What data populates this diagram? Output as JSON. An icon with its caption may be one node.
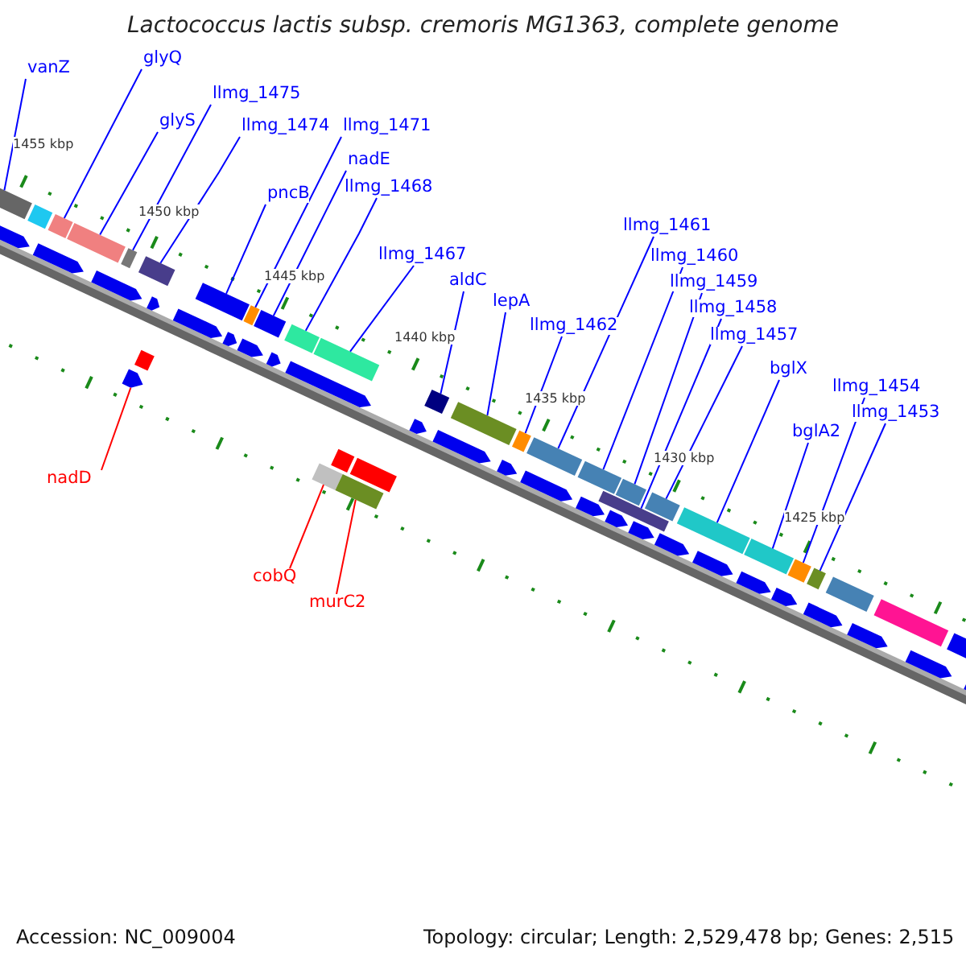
{
  "diagram": {
    "title": "Lactococcus lactis subsp. cremoris MG1363, complete genome",
    "nodes": [
      {
        "text": [
          "vanZ"
        ]
      },
      {
        "text": [
          "glyQ"
        ]
      },
      {
        "text": [
          "llmg_1475"
        ]
      },
      {
        "text": [
          "glyS"
        ]
      },
      {
        "text": [
          "llmg_1474"
        ]
      },
      {
        "text": [
          "pncB"
        ]
      },
      {
        "text": [
          "llmg_1471"
        ]
      },
      {
        "text": [
          "nadE"
        ]
      },
      {
        "text": [
          "llmg_1468"
        ]
      },
      {
        "text": [
          "llmg_1467"
        ]
      },
      {
        "text": [
          "aldC"
        ]
      },
      {
        "text": [
          "lepA"
        ]
      },
      {
        "text": [
          "llmg_1462"
        ]
      },
      {
        "text": [
          "llmg_1461"
        ]
      },
      {
        "text": [
          "llmg_1460"
        ]
      },
      {
        "text": [
          "llmg_1459"
        ]
      },
      {
        "text": [
          "llmg_1458"
        ]
      },
      {
        "text": [
          "llmg_1457"
        ]
      },
      {
        "text": [
          "bglX"
        ]
      },
      {
        "text": [
          "bglA2"
        ]
      },
      {
        "text": [
          "llmg_1454"
        ]
      },
      {
        "text": [
          "llmg_1453"
        ]
      },
      {
        "text": [
          "nadD"
        ]
      },
      {
        "text": [
          "cobQ"
        ]
      },
      {
        "text": [
          "murC2"
        ]
      },
      {
        "text": [],
        "shape": "bar"
      },
      {
        "text": [],
        "shape": "bar"
      },
      {
        "text": [],
        "shape": "bar"
      },
      {
        "text": [],
        "shape": "bar"
      },
      {
        "text": [],
        "shape": "bar"
      },
      {
        "text": [],
        "shape": "bar"
      },
      {
        "text": [],
        "shape": "bar"
      },
      {
        "text": [],
        "shape": "bar"
      },
      {
        "text": [],
        "shape": "bar"
      },
      {
        "text": [],
        "shape": "bar"
      },
      {
        "text": [],
        "shape": "bar"
      },
      {
        "text": [],
        "shape": "bar"
      },
      {
        "text": [],
        "shape": "bar"
      },
      {
        "text": [],
        "shape": "bar"
      },
      {
        "text": [],
        "shape": "bar"
      },
      {
        "text": [],
        "shape": "bar"
      },
      {
        "text": [],
        "shape": "bar"
      },
      {
        "text": [],
        "shape": "bar"
      },
      {
        "text": [],
        "shape": "bar"
      },
      {
        "text": [],
        "shape": "bar"
      },
      {
        "text": [],
        "shape": "bar"
      },
      {
        "text": [],
        "shape": "bar"
      },
      {
        "text": [],
        "shape": "bar"
      },
      {
        "text": [],
        "shape": "bar"
      },
      {
        "text": [],
        "shape": "bar"
      },
      {
        "text": [],
        "shape": "bar"
      }
    ],
    "edges": [
      {
        "from": 0,
        "to": 25,
        "arrow": "none"
      },
      {
        "from": 1,
        "to": 26,
        "arrow": "none"
      },
      {
        "from": 2,
        "to": 28,
        "arrow": "none"
      },
      {
        "from": 3,
        "to": 27,
        "arrow": "none"
      },
      {
        "from": 4,
        "to": 29,
        "arrow": "none"
      },
      {
        "from": 5,
        "to": 30,
        "arrow": "none"
      },
      {
        "from": 6,
        "to": 31,
        "arrow": "none"
      },
      {
        "from": 7,
        "to": 32,
        "arrow": "none"
      },
      {
        "from": 8,
        "to": 33,
        "arrow": "none"
      },
      {
        "from": 9,
        "to": 34,
        "arrow": "none"
      },
      {
        "from": 10,
        "to": 35,
        "arrow": "none"
      },
      {
        "from": 11,
        "to": 36,
        "arrow": "none"
      },
      {
        "from": 12,
        "to": 37,
        "arrow": "none"
      },
      {
        "from": 13,
        "to": 38,
        "arrow": "none"
      },
      {
        "from": 14,
        "to": 39,
        "arrow": "none"
      },
      {
        "from": 15,
        "to": 40,
        "arrow": "none"
      },
      {
        "from": 16,
        "to": 41,
        "arrow": "none"
      },
      {
        "from": 17,
        "to": 42,
        "arrow": "none"
      },
      {
        "from": 18,
        "to": 43,
        "arrow": "none"
      },
      {
        "from": 19,
        "to": 44,
        "arrow": "none"
      },
      {
        "from": 20,
        "to": 45,
        "arrow": "none"
      },
      {
        "from": 21,
        "to": 46,
        "arrow": "none"
      },
      {
        "from": 22,
        "to": 47,
        "arrow": "none",
        "color": "#ff0000"
      },
      {
        "from": 23,
        "to": 48,
        "arrow": "none",
        "color": "#ff0000"
      },
      {
        "from": 24,
        "to": 49,
        "arrow": "none",
        "color": "#ff0000"
      }
    ],
    "labels": [
      "1455 kbp",
      "1450 kbp",
      "1445 kbp",
      "1440 kbp",
      "1435 kbp",
      "1430 kbp",
      "1425 kbp",
      "Accession: NC_009004",
      "Topology: circular; Length: 2,529,478 bp; Genes: 2,515"
    ]
  }
}
